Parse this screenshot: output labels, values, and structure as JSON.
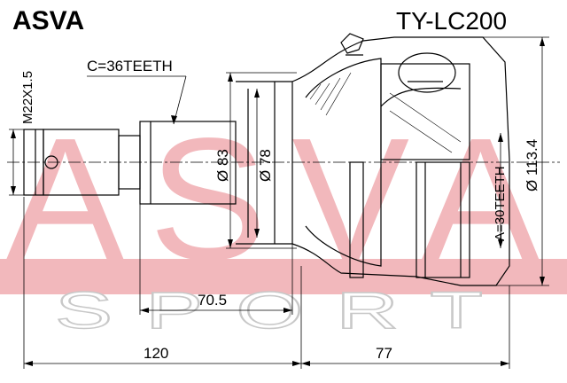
{
  "brand": "ASVA",
  "part_number": "TY-LC200",
  "watermark": {
    "main": "ASVA",
    "sub": "SPORT",
    "color": "#f2b8bc",
    "sub_color": "#c8c8c8"
  },
  "labels": {
    "thread": "M22X1.5",
    "outer_spline": "C=36TEETH",
    "inner_spline": "A=30TEETH",
    "dia_83": "Ø 83",
    "dia_78": "Ø 78",
    "dia_113": "Ø 113.4",
    "len_70_5": "70.5",
    "len_120": "120",
    "len_77": "77"
  },
  "colors": {
    "line": "#000000",
    "dim": "#000000"
  }
}
